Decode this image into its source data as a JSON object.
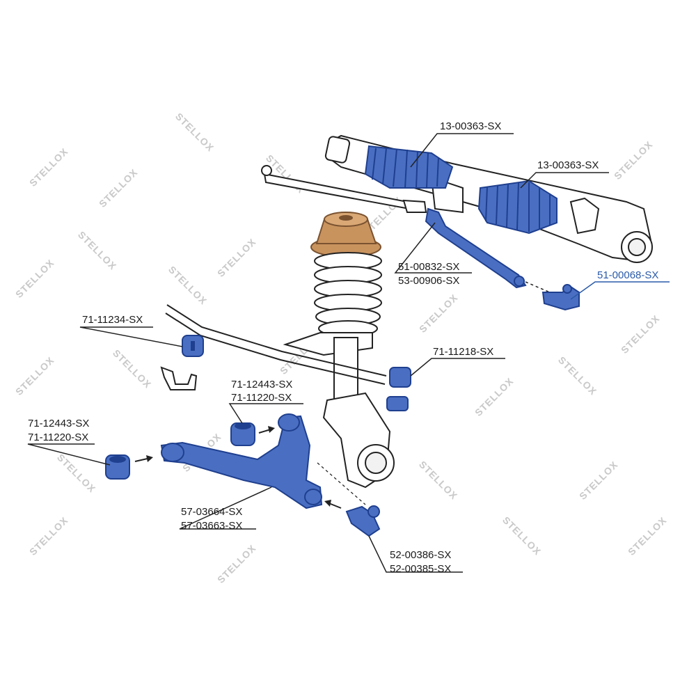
{
  "watermark": {
    "text": "STELLOX"
  },
  "colors": {
    "part_blue": "#4a6fc2",
    "part_blue_dark": "#1f3f8f",
    "mount_orange": "#c9935e",
    "line": "#222222",
    "highlight": "#2a5aa8"
  },
  "labels": {
    "boot_left": "13-00363-SX",
    "boot_right": "13-00363-SX",
    "tierod_a": "51-00832-SX",
    "tierod_b": "53-00906-SX",
    "tierod_end": "51-00068-SX",
    "stab_bushing_left": "71-11234-SX",
    "stab_link_right": "71-11218-SX",
    "arm_bush_rear_a": "71-12443-SX",
    "arm_bush_rear_b": "71-11220-SX",
    "arm_bush_front_a": "71-12443-SX",
    "arm_bush_front_b": "71-11220-SX",
    "control_arm_a": "57-03664-SX",
    "control_arm_b": "57-03663-SX",
    "ball_joint_a": "52-00386-SX",
    "ball_joint_b": "52-00385-SX"
  }
}
